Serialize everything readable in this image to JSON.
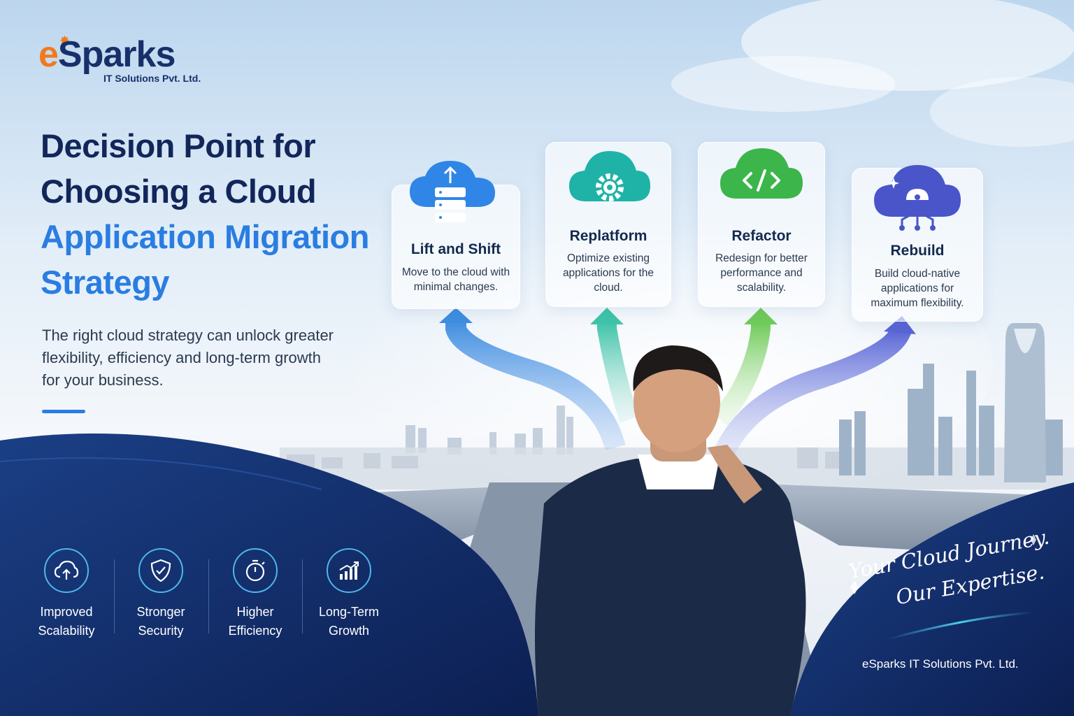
{
  "brand": {
    "logo_e": "e",
    "logo_rest": "Sparks",
    "tagline": "IT Solutions Pvt. Ltd.",
    "accent_color": "#f07a1d",
    "primary_color": "#17306b"
  },
  "hero": {
    "title_line1": "Decision Point for",
    "title_line2": "Choosing a Cloud",
    "title_line3": "Application Migration",
    "title_line4": "Strategy",
    "lead": "The right cloud strategy can unlock greater flexibility, efficiency and long-term growth for your business."
  },
  "strategies": [
    {
      "title": "Lift and Shift",
      "description": "Move to the cloud with minimal changes.",
      "icon": "cloud-server-upload-icon",
      "color": "#2f86e6"
    },
    {
      "title": "Replatform",
      "description": "Optimize existing applications for the cloud.",
      "icon": "cloud-gear-icon",
      "color": "#1fb3a8"
    },
    {
      "title": "Refactor",
      "description": "Redesign for better performance and scalability.",
      "icon": "cloud-code-icon",
      "color": "#3cb54a"
    },
    {
      "title": "Rebuild",
      "description": "Build cloud-native applications for maximum flexibility.",
      "icon": "cloud-network-icon",
      "color": "#4a55c9"
    }
  ],
  "benefits": [
    {
      "label_line1": "Improved",
      "label_line2": "Scalability",
      "icon": "cloud-upload-icon"
    },
    {
      "label_line1": "Stronger",
      "label_line2": "Security",
      "icon": "shield-check-icon"
    },
    {
      "label_line1": "Higher",
      "label_line2": "Efficiency",
      "icon": "stopwatch-icon"
    },
    {
      "label_line1": "Long-Term",
      "label_line2": "Growth",
      "icon": "growth-chart-icon"
    }
  ],
  "slogan": {
    "line1": "Your Cloud Journey.",
    "line2": "Our Expertise."
  },
  "footer": {
    "company": "eSparks IT Solutions Pvt. Ltd."
  }
}
